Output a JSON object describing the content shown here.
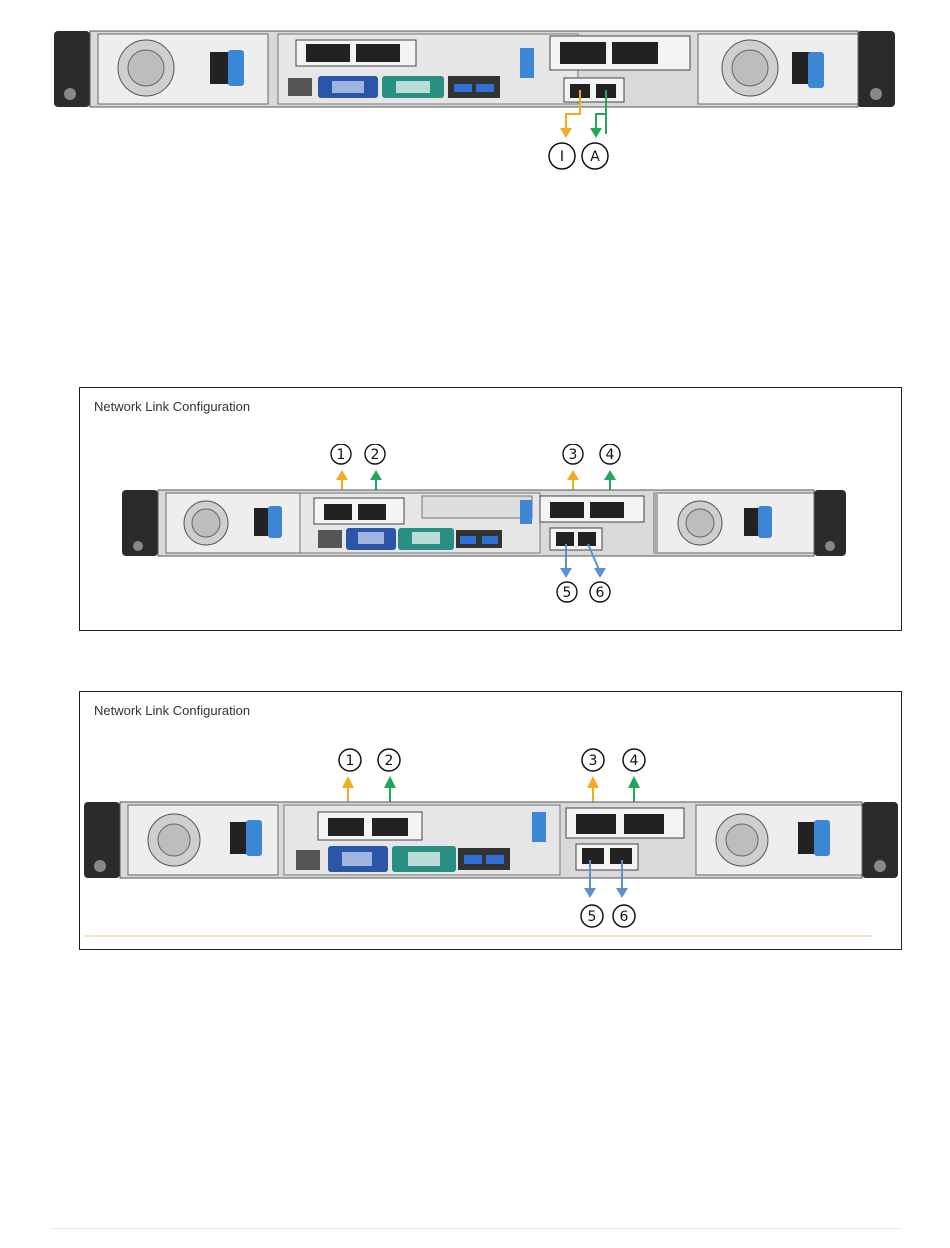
{
  "top_figure": {
    "callouts": [
      {
        "label": "I",
        "color": "#f2ad1f"
      },
      {
        "label": "A",
        "color": "#23a65a"
      }
    ]
  },
  "figure_2": {
    "title": "Network Link Configuration",
    "callouts": [
      {
        "label": "1",
        "color": "#f2ad1f"
      },
      {
        "label": "2",
        "color": "#23a65a"
      },
      {
        "label": "3",
        "color": "#f2ad1f"
      },
      {
        "label": "4",
        "color": "#23a65a"
      },
      {
        "label": "5",
        "color": "#5b8fd0"
      },
      {
        "label": "6",
        "color": "#5b8fd0"
      }
    ]
  },
  "figure_3": {
    "title": "Network Link Configuration",
    "callouts": [
      {
        "label": "1",
        "color": "#f2ad1f"
      },
      {
        "label": "2",
        "color": "#23a65a"
      },
      {
        "label": "3",
        "color": "#f2ad1f"
      },
      {
        "label": "4",
        "color": "#23a65a"
      },
      {
        "label": "5",
        "color": "#5b8fd0"
      },
      {
        "label": "6",
        "color": "#5b8fd0"
      }
    ]
  },
  "colors": {
    "chassis": "#2f2f2f",
    "vga_port": "#2b56a8",
    "serial_port": "#2a8f83",
    "usb_port": "#2f6fd6",
    "psu_latch": "#3c86d6"
  }
}
